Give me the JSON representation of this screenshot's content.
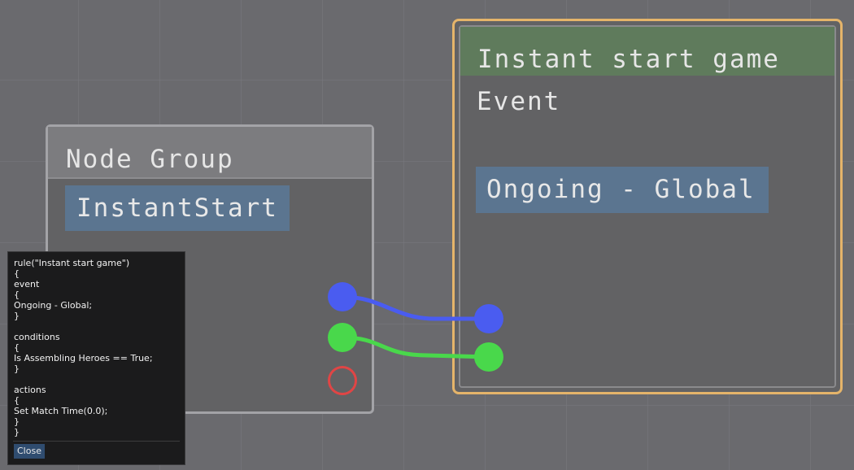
{
  "node_group": {
    "title": "Node Group",
    "name": "InstantStart"
  },
  "event_node": {
    "title": "Instant start game",
    "label": "Event",
    "value": "Ongoing - Global"
  },
  "code_popup": {
    "code": "rule(\"Instant start game\")\n{\nevent\n{\nOngoing - Global;\n}\n\nconditions\n{\nIs Assembling Heroes == True;\n}\n\nactions\n{\nSet Match Time(0.0);\n}\n}",
    "close_label": "Close"
  },
  "colors": {
    "flow_wire": "#4a5cf0",
    "condition_wire": "#49d84b",
    "output_port_unconnected": "#e04545",
    "event_border": "#e5b46a",
    "event_header": "#5f7b5c",
    "value_box": "#5b7590"
  }
}
